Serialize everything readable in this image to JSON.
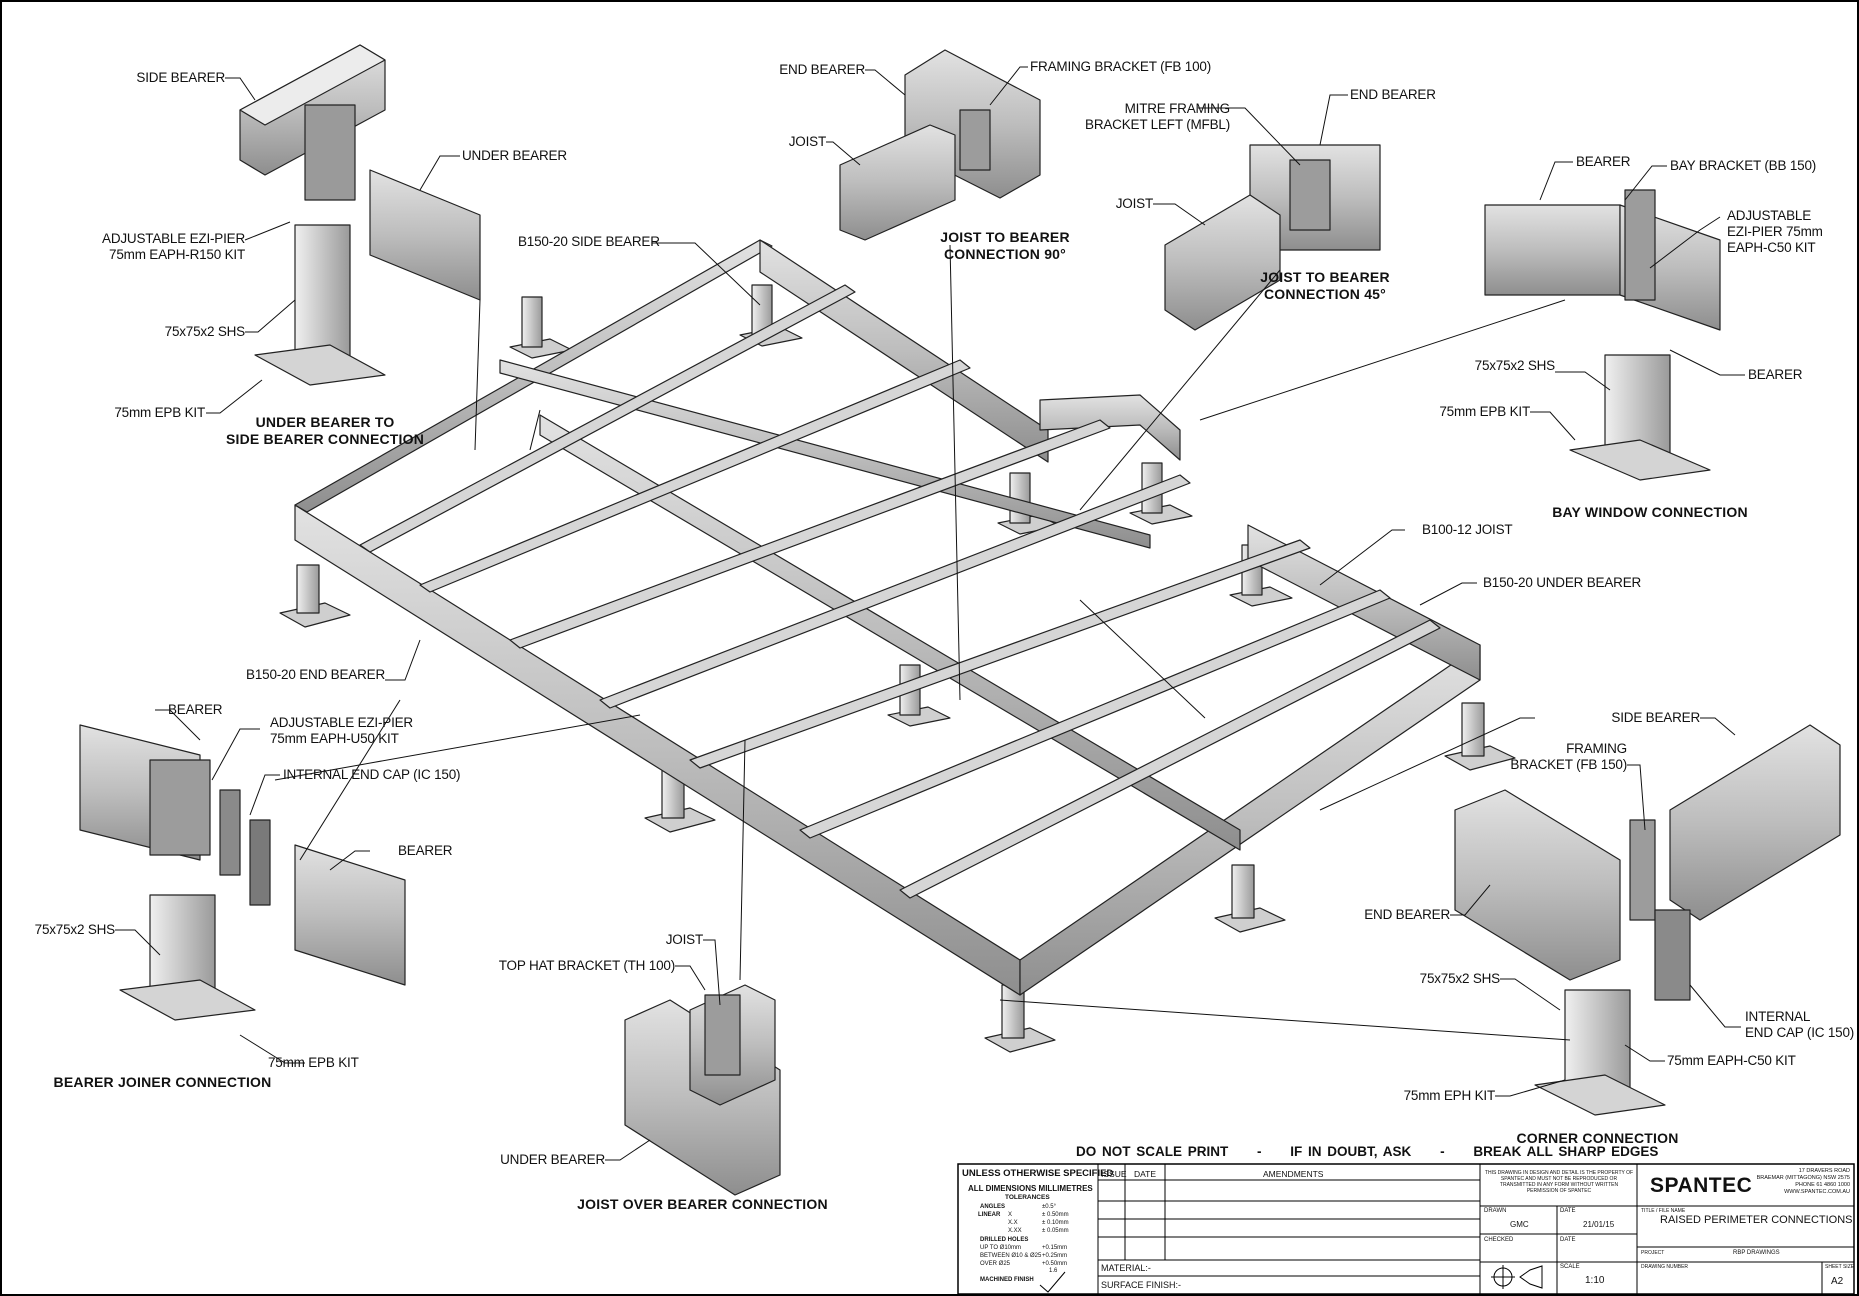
{
  "labels": {
    "ss_side_bearer": "SIDE BEARER",
    "ss_under_bearer": "UNDER BEARER",
    "ss_ezi_pier_1": "ADJUSTABLE EZI-PIER",
    "ss_ezi_pier_2": "75mm EAPH-R150 KIT",
    "ss_shs": "75x75x2 SHS",
    "ss_epb": "75mm EPB KIT",
    "jb90_end_bearer": "END BEARER",
    "jb90_framing_bracket": "FRAMING BRACKET (FB 100)",
    "jb90_joist": "JOIST",
    "jb45_mitre_1": "MITRE FRAMING",
    "jb45_mitre_2": "BRACKET LEFT (MFBL)",
    "jb45_end_bearer": "END BEARER",
    "jb45_joist": "JOIST",
    "bw_bearer_top": "BEARER",
    "bw_bay_bracket": "BAY BRACKET (BB 150)",
    "bw_ezi_pier_1": "ADJUSTABLE",
    "bw_ezi_pier_2": "EZI-PIER 75mm",
    "bw_ezi_pier_3": "EAPH-C50 KIT",
    "bw_shs": "75x75x2 SHS",
    "bw_bearer_bottom": "BEARER",
    "bw_epb": "75mm EPB KIT",
    "b150_side_bearer": "B150-20 SIDE BEARER",
    "b100_joist": "B100-12 JOIST",
    "b150_under_bearer": "B150-20 UNDER BEARER",
    "b150_end_bearer": "B150-20 END BEARER",
    "bj_bearer_top": "BEARER",
    "bj_ezi_pier_1": "ADJUSTABLE EZI-PIER",
    "bj_ezi_pier_2": "75mm EAPH-U50 KIT",
    "bj_end_cap": "INTERNAL END CAP (IC 150)",
    "bj_bearer_right": "BEARER",
    "bj_shs": "75x75x2 SHS",
    "bj_epb": "75mm EPB KIT",
    "jo_joist": "JOIST",
    "jo_top_hat": "TOP HAT BRACKET (TH 100)",
    "jo_under_bearer": "UNDER BEARER",
    "cc_side_bearer": "SIDE BEARER",
    "cc_framing_1": "FRAMING",
    "cc_framing_2": "BRACKET (FB 150)",
    "cc_end_bearer": "END BEARER",
    "cc_shs": "75x75x2 SHS",
    "cc_end_cap_1": "INTERNAL",
    "cc_end_cap_2": "END CAP (IC 150)",
    "cc_eaph": "75mm EAPH-C50 KIT",
    "cc_eph": "75mm EPH KIT"
  },
  "titles": {
    "under_side_1": "UNDER BEARER TO",
    "under_side_2": "SIDE BEARER CONNECTION",
    "joist90_1": "JOIST TO BEARER",
    "joist90_2": "CONNECTION 90°",
    "joist45_1": "JOIST TO BEARER",
    "joist45_2": "CONNECTION 45°",
    "bay_window": "BAY WINDOW CONNECTION",
    "bearer_joiner": "BEARER JOINER CONNECTION",
    "joist_over": "JOIST OVER BEARER CONNECTION",
    "corner": "CORNER CONNECTION"
  },
  "notes": {
    "n1": "DO NOT SCALE PRINT",
    "sep1": "-",
    "n2": "IF IN DOUBT, ASK",
    "sep2": "-",
    "n3": "BREAK ALL SHARP EDGES"
  },
  "title_block": {
    "unless": "UNLESS OTHERWISE SPECIFIED",
    "all_dims": "ALL DIMENSIONS MILLIMETRES",
    "tolerances": "TOLERANCES",
    "angles": "ANGLES",
    "angles_v": "±0.5°",
    "linear": "LINEAR",
    "lin_x": "X",
    "lin_x_v": "± 0.50mm",
    "lin_xx": "X.X",
    "lin_xx_v": "± 0.10mm",
    "lin_xxx": "X.XX",
    "lin_xxx_v": "± 0.05mm",
    "drilled": "DRILLED HOLES",
    "d1": "UP TO Ø10mm",
    "d1_v": "+0.15mm",
    "d2": "BETWEEN Ø10 & Ø25",
    "d2_v": "+0.25mm",
    "d3": "OVER Ø25",
    "d3_v": "+0.50mm",
    "machined": "MACHINED FINISH",
    "machined_v": "1.6",
    "issue": "ISSUE",
    "date": "DATE",
    "amendments": "AMENDMENTS",
    "material": "MATERIAL:-",
    "surface": "SURFACE FINISH:-",
    "property": "THIS DRAWING IN DESIGN AND DETAIL IS THE PROPERTY OF SPANTEC AND MUST NOT BE REPRODUCED OR TRANSMITTED IN ANY FORM WITHOUT WRITTEN PERMISSION OF SPANTEC",
    "drawn_lbl": "DRAWN",
    "drawn_v": "GMC",
    "date_lbl": "DATE",
    "date_v": "21/01/15",
    "checked_lbl": "CHECKED",
    "date2_lbl": "DATE",
    "scale_lbl": "SCALE",
    "scale_v": "1:10",
    "company": "SPANTEC",
    "addr1": "17 DRAVERS ROAD",
    "addr2": "BRAEMAR (MITTAGONG) NSW 2575",
    "addr3": "PHONE 61 4860 1000",
    "addr4": "WWW.SPANTEC.COM.AU",
    "title_lbl": "TITLE / FILE NAME",
    "title_v": "RAISED PERIMETER CONNECTIONS",
    "project_lbl": "PROJECT",
    "project_v": "RBP DRAWINGS",
    "drawing_no_lbl": "DRAWING NUMBER",
    "sheet_lbl": "SHEET SIZE",
    "sheet_v": "A2"
  }
}
